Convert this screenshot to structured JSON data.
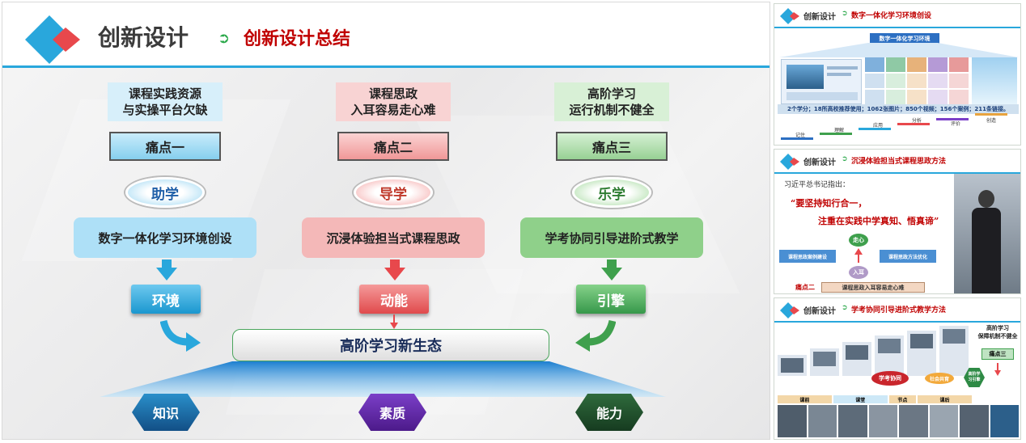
{
  "header": {
    "title": "创新设计",
    "arrow": "➲",
    "subtitle": "创新设计总结"
  },
  "columns": [
    {
      "problem": "课程实践资源\n与实操平台欠缺",
      "pain_label": "痛点一",
      "mode": "助学",
      "approach": "数字一体化学习环境创设",
      "result": "环境"
    },
    {
      "problem": "课程思政\n入耳容易走心难",
      "pain_label": "痛点二",
      "mode": "导学",
      "approach": "沉浸体验担当式课程思政",
      "result": "动能"
    },
    {
      "problem": "高阶学习\n运行机制不健全",
      "pain_label": "痛点三",
      "mode": "乐学",
      "approach": "学考协同引导进阶式教学",
      "result": "引擎"
    }
  ],
  "ecosystem": "高阶学习新生态",
  "outcomes": [
    "知识",
    "素质",
    "能力"
  ],
  "colors": {
    "blue": "#29a7dc",
    "red": "#e8484c",
    "green": "#3fa04d",
    "title_red": "#c00000"
  },
  "thumbnails": [
    {
      "title": "创新设计",
      "arrow": "➲",
      "subtitle": "数字一体化学习环境创设",
      "banner": "数字一体化学习环境",
      "stats": "2个学分；18所高校推荐使用；1062张图片；850个视频；156个案例；211条链接。",
      "steps": [
        "记住",
        "理解",
        "应用",
        "分析",
        "评价",
        "创造"
      ]
    },
    {
      "title": "创新设计",
      "arrow": "➲",
      "subtitle": "沉浸体验担当式课程思政方法",
      "quote_intro": "习近平总书记指出：",
      "quote_line1": "“要坚持知行合一，",
      "quote_line2": "注重在实践中学真知、悟真谛”",
      "node_top": "走心",
      "node_bottom": "入耳",
      "node_left": "课程思政案例建设",
      "node_right": "课程思政方法优化",
      "pain_tag": "痛点二",
      "pain_text": "课程思政入耳容易走心难"
    },
    {
      "title": "创新设计",
      "arrow": "➲",
      "subtitle": "学考协同引导进阶式教学方法",
      "goal": "高阶学习\n保障机制不健全",
      "pain_tag": "痛点三",
      "center_label": "学考协同",
      "center_right": "社会共育",
      "badge": "高阶学\n习引擎",
      "bottom_heads": [
        "课前",
        "课堂",
        "节点",
        "课后"
      ]
    }
  ]
}
